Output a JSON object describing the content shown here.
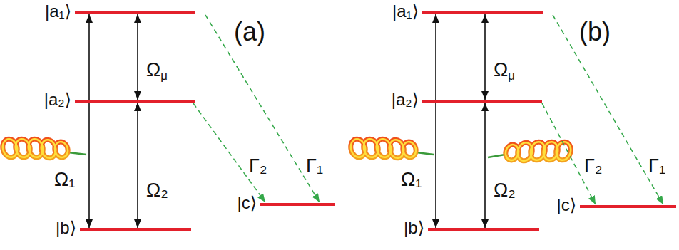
{
  "diagram": {
    "nodes": [
      {
        "text": [
          "|a₁⟩"
        ]
      },
      {
        "text": [
          "|a₂⟩"
        ]
      },
      {
        "text": [
          "|b⟩"
        ]
      },
      {
        "text": [
          "|c⟩"
        ]
      },
      {
        "text": [
          "|a₁⟩"
        ]
      },
      {
        "text": [
          "|a₂⟩"
        ]
      },
      {
        "text": [
          "|b⟩"
        ]
      },
      {
        "text": [
          "|c⟩"
        ]
      }
    ],
    "edges": [
      {
        "from": 2,
        "to": 0,
        "arrow": "both",
        "label": "Ω₁"
      },
      {
        "from": 0,
        "to": 1,
        "arrow": "both",
        "label": "Ωμ"
      },
      {
        "from": 1,
        "to": 2,
        "arrow": "both",
        "label": "Ω₂"
      },
      {
        "from": 1,
        "to": 3,
        "arrow": "to",
        "label": "Γ₂"
      },
      {
        "from": 0,
        "to": 3,
        "arrow": "to",
        "label": "Γ₁"
      },
      {
        "from": 6,
        "to": 4,
        "arrow": "both",
        "label": "Ω₁"
      },
      {
        "from": 4,
        "to": 5,
        "arrow": "both",
        "label": "Ωμ"
      },
      {
        "from": 5,
        "to": 6,
        "arrow": "both",
        "label": "Ω₂"
      },
      {
        "from": 5,
        "to": 7,
        "arrow": "to",
        "label": "Γ₂"
      },
      {
        "from": 4,
        "to": 7,
        "arrow": "to",
        "label": "Γ₁"
      }
    ],
    "labels": [
      "(a)",
      "(b)"
    ]
  }
}
